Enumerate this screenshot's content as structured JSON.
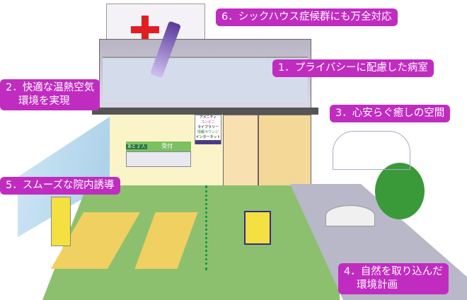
{
  "labels": {
    "l1": "1．プライバシーに配慮した病室",
    "l2a": "2．快適な温熱空気",
    "l2b": "環境を実現",
    "l3": "3．心安らぐ癒しの空間",
    "l4a": "4．自然を取り込んだ",
    "l4b": "環境計画",
    "l5": "5．スムーズな院内誘導",
    "l6": "6．シックハウス症候群にも万全対応"
  },
  "signs": {
    "directory": [
      "アメニティ",
      "コンビニ",
      "ライブラリー",
      "情報ラウンジ",
      "インターネット"
    ],
    "reception": "受付",
    "queue_prefix": "あと",
    "queue_count": "2",
    "queue_suffix": "人"
  },
  "colors": {
    "label_bg": "#c02cc0",
    "floor": "#8cc06e",
    "building": "#e8e4ec",
    "bench": "#f0d060",
    "cross": "#e02020"
  }
}
